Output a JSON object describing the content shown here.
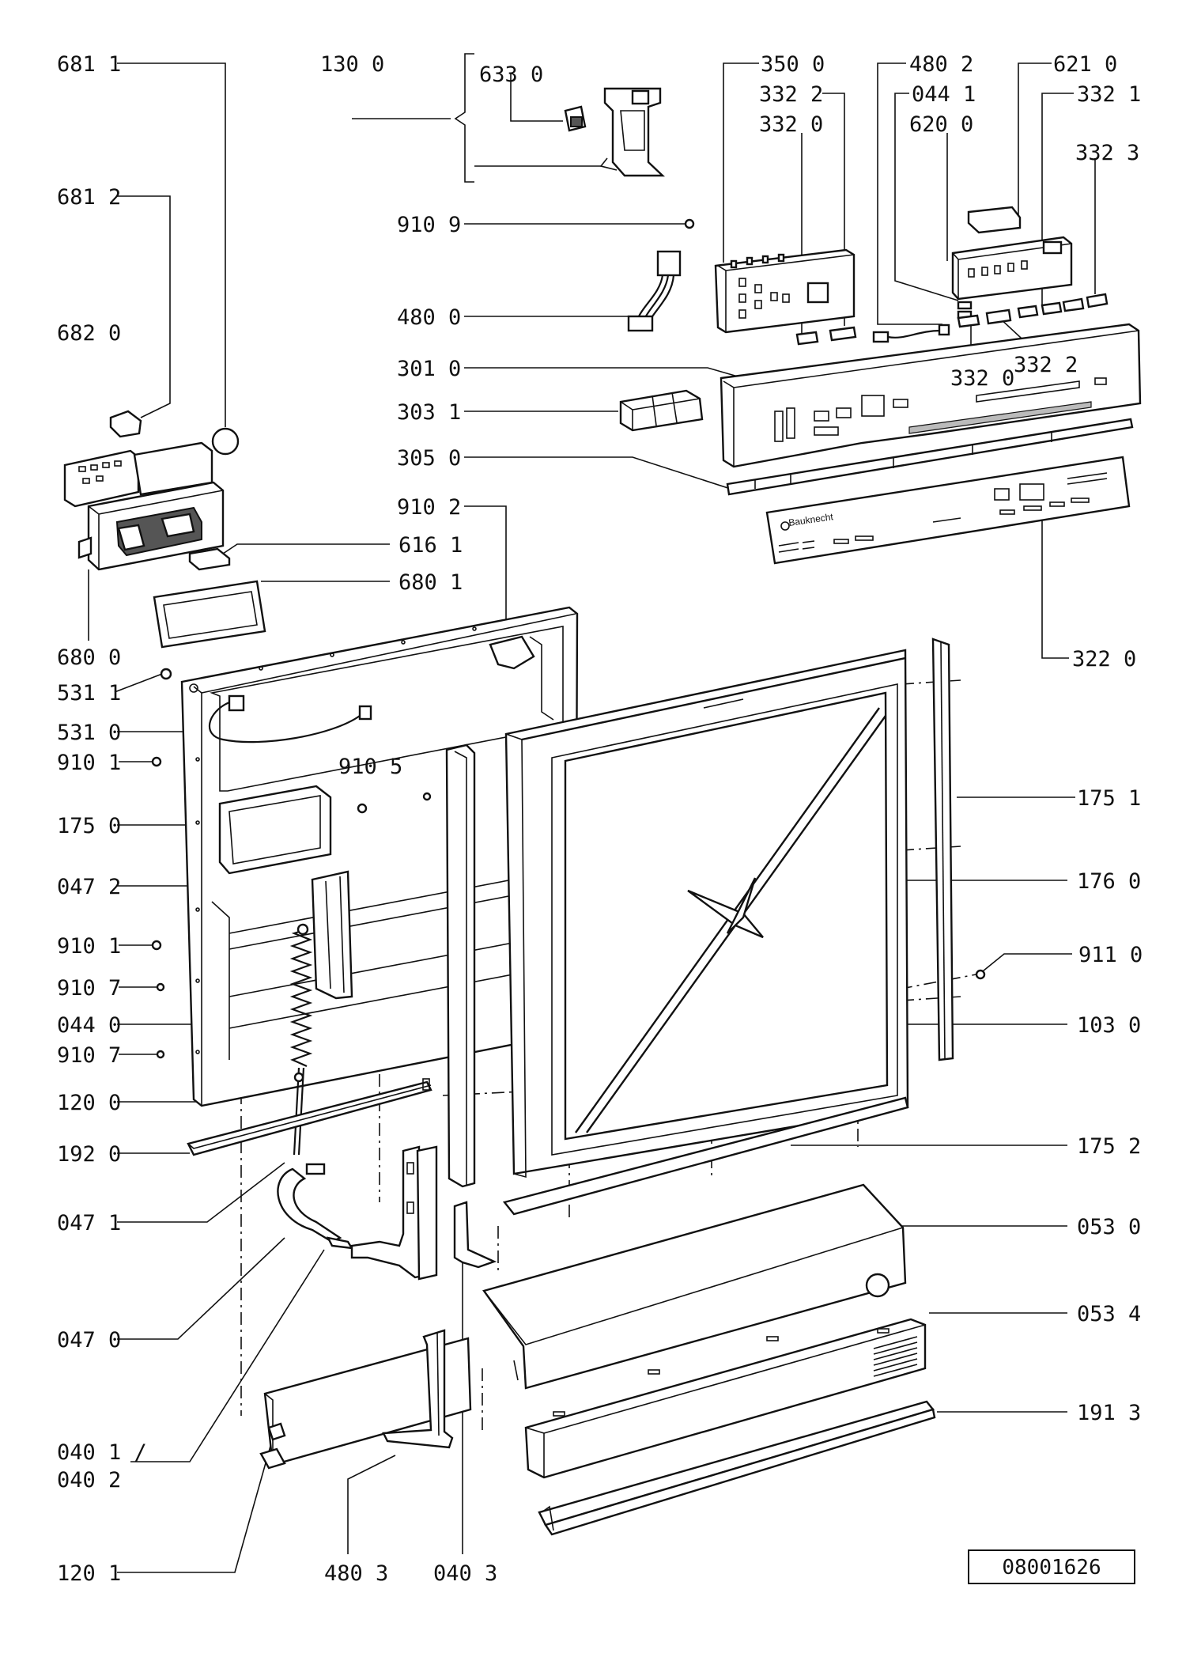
{
  "diagram_id": "08001626",
  "labels": {
    "l1": "681 1",
    "l2": "130 0",
    "l3": "633 0",
    "l4": "350 0",
    "l5": "480 2",
    "l6": "621 0",
    "l7": "332 2",
    "l8": "044 1",
    "l9": "332 1",
    "l10": "332 0",
    "l11": "620 0",
    "l12": "332 3",
    "l13": "681 2",
    "l14": "910 9",
    "l15": "480 0",
    "l16": "682 0",
    "l17": "301 0",
    "l18": "303 1",
    "l19": "332 0",
    "l20": "332 2",
    "l21": "305 0",
    "l22": "910 2",
    "l23": "616 1",
    "l24": "680 1",
    "l25": "680 0",
    "l26": "322 0",
    "l27": "531 1",
    "l28": "531 0",
    "l29": "910 1",
    "l30": "910 5",
    "l31": "175 0",
    "l32": "175 1",
    "l33": "176 0",
    "l34": "047 2",
    "l35": "910 1",
    "l36": "911 0",
    "l37": "910 7",
    "l38": "044 0",
    "l39": "103 0",
    "l40": "910 7",
    "l41": "120 0",
    "l42": "192 0",
    "l43": "175 2",
    "l44": "047 1",
    "l45": "053 0",
    "l46": "053 4",
    "l47": "047 0",
    "l48": "191 3",
    "l49": "040 1 /",
    "l50": "040 2",
    "l51": "120 1",
    "l52": "480 3",
    "l53": "040 3"
  },
  "panel_brand": "Bauknecht"
}
